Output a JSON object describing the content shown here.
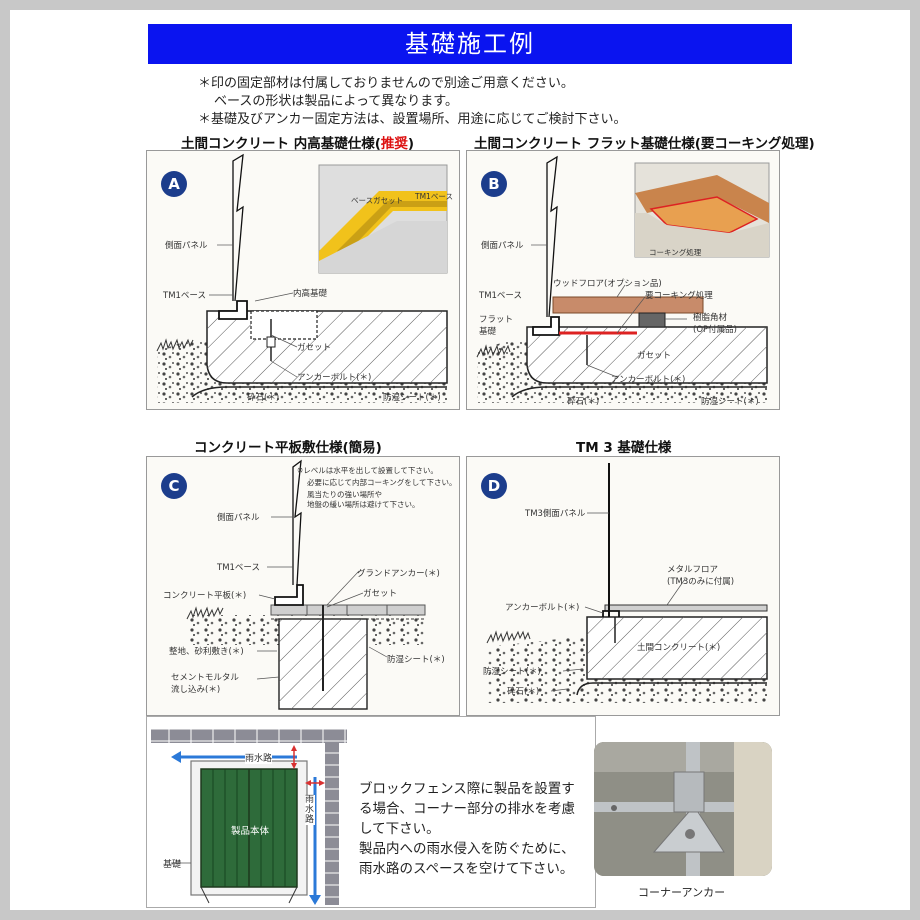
{
  "header": {
    "title": "基礎施工例"
  },
  "notes": [
    "＊印の固定部材は付属しておりませんので別途ご用意ください。",
    "ベースの形状は製品によって異なります。",
    "＊基礎及びアンカー固定方法は、設置場所、用途に応じてご検討下さい。"
  ],
  "panels": {
    "A": {
      "badge": "A",
      "title_main": "土間コンクリート 内高基礎仕様(",
      "title_emph": "推奨",
      "title_end": ")",
      "labels": {
        "side_panel": "側面パネル",
        "base": "TM1ベース",
        "inner_foundation": "内高基礎",
        "gusset": "ガセット",
        "anchor": "アンカーボルト(＊)",
        "gravel": "砕石(＊)",
        "sheet": "防湿シート(＊)",
        "inset_gusset": "ベースガセット",
        "inset_base": "TM1ベース"
      }
    },
    "B": {
      "badge": "B",
      "title": "土間コンクリート フラット基礎仕様(要コーキング処理)",
      "labels": {
        "side_panel": "側面パネル",
        "base": "TM1ベース",
        "flat": "フラット",
        "foundation": "基礎",
        "wood_floor": "ウッドフロア(オプション品)",
        "caulk_need": "要コーキング処理",
        "resin": "樹脂角材",
        "resin_op": "(OP付属品)",
        "gusset": "ガセット",
        "anchor": "アンカーボルト(＊)",
        "gravel": "砕石(＊)",
        "sheet": "防湿シート(＊)",
        "inset_caulk": "コーキング処理"
      }
    },
    "C": {
      "badge": "C",
      "title": "コンクリート平板敷仕様(簡易)",
      "labels": {
        "note1": "※レベルは水平を出して設置して下さい。",
        "note2": "必要に応じて内部コーキングをして下さい。",
        "note3": "風当たりの強い場所や",
        "note4": "地盤の緩い場所は避けて下さい。",
        "side_panel": "側面パネル",
        "base": "TM1ベース",
        "ground_anchor": "グランドアンカー(＊)",
        "gusset": "ガセット",
        "slab": "コンクリート平板(＊)",
        "gravel": "整地、砂利敷き(＊)",
        "mortar1": "セメントモルタル",
        "mortar2": "流し込み(＊)",
        "sheet": "防湿シート(＊)"
      }
    },
    "D": {
      "badge": "D",
      "title": "TM 3 基礎仕様",
      "labels": {
        "side_panel": "TM3側面パネル",
        "metal_floor": "メタルフロア",
        "metal_note": "(TM3のみに付属)",
        "anchor": "アンカーボルト(＊)",
        "slab": "土間コンクリート(＊)",
        "sheet": "防湿シート(＊)",
        "gravel": "砕石(＊)"
      }
    }
  },
  "drain": {
    "rain_top": "雨水路",
    "rain_side": "雨水路",
    "body": "製品本体",
    "foundation": "基礎",
    "text": [
      "ブロックフェンス際に製品を設置す",
      "る場合、コーナー部分の排水を考慮",
      "して下さい。",
      "製品内への雨水侵入を防ぐために、",
      "雨水路のスペースを空けて下さい。"
    ]
  },
  "photo": {
    "caption": "コーナーアンカー"
  },
  "colors": {
    "header_bg": "#0a14f0",
    "badge": "#1c3d8c",
    "emphasis": "#dd1111",
    "wood": "#c88b6a",
    "gusset_yellow": "#f1c21b",
    "green_body": "#2e6b3a",
    "arrow_blue": "#2b79d8",
    "arrow_red": "#d83030"
  }
}
